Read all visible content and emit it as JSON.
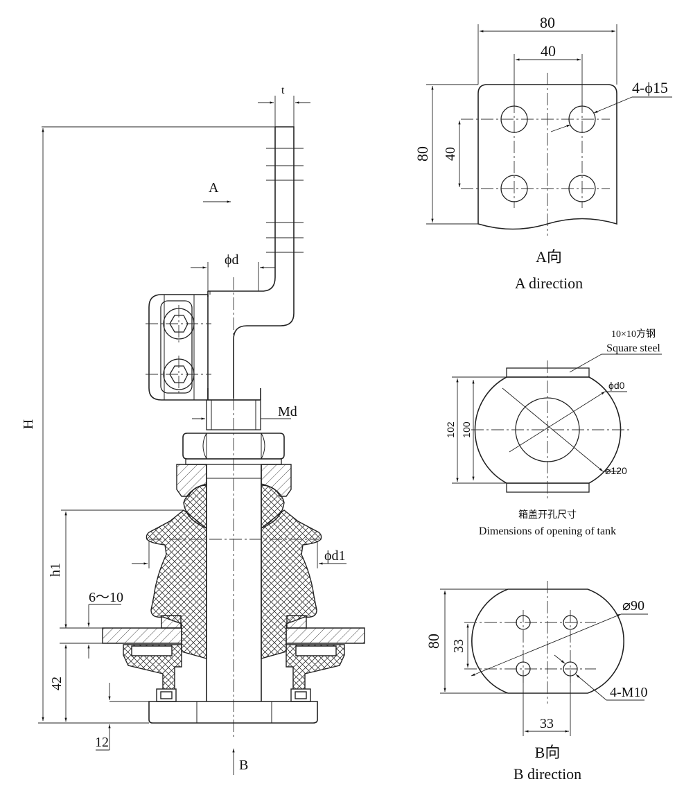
{
  "main_view": {
    "H": "H",
    "t": "t",
    "A": "A",
    "phi_d": "ϕd",
    "Md": "Md",
    "phi_d1": "ϕd1",
    "h1": "h1",
    "range_6_10": "6～10",
    "dim_42": "42",
    "dim_12": "12",
    "B": "B"
  },
  "view_a": {
    "dim_80_top": "80",
    "dim_40_top": "40",
    "holes": "4-ϕ15",
    "dim_80_side": "80",
    "dim_40_side": "40",
    "title_cn": "A向",
    "title_en": "A direction"
  },
  "tank_opening": {
    "steel_cn": "10×10方钢",
    "steel_en": "Square steel",
    "phi_d0": "ϕd0",
    "dim_102": "102",
    "dim_100": "100",
    "dia_120": "⌀120",
    "title_cn": "箱盖开孔尺寸",
    "title_en": "Dimensions of opening of tank"
  },
  "view_b": {
    "dia_90": "⌀90",
    "dim_80": "80",
    "dim_33_side": "33",
    "holes": "4-M10",
    "dim_33_bottom": "33",
    "title_cn": "B向",
    "title_en": "B direction"
  }
}
